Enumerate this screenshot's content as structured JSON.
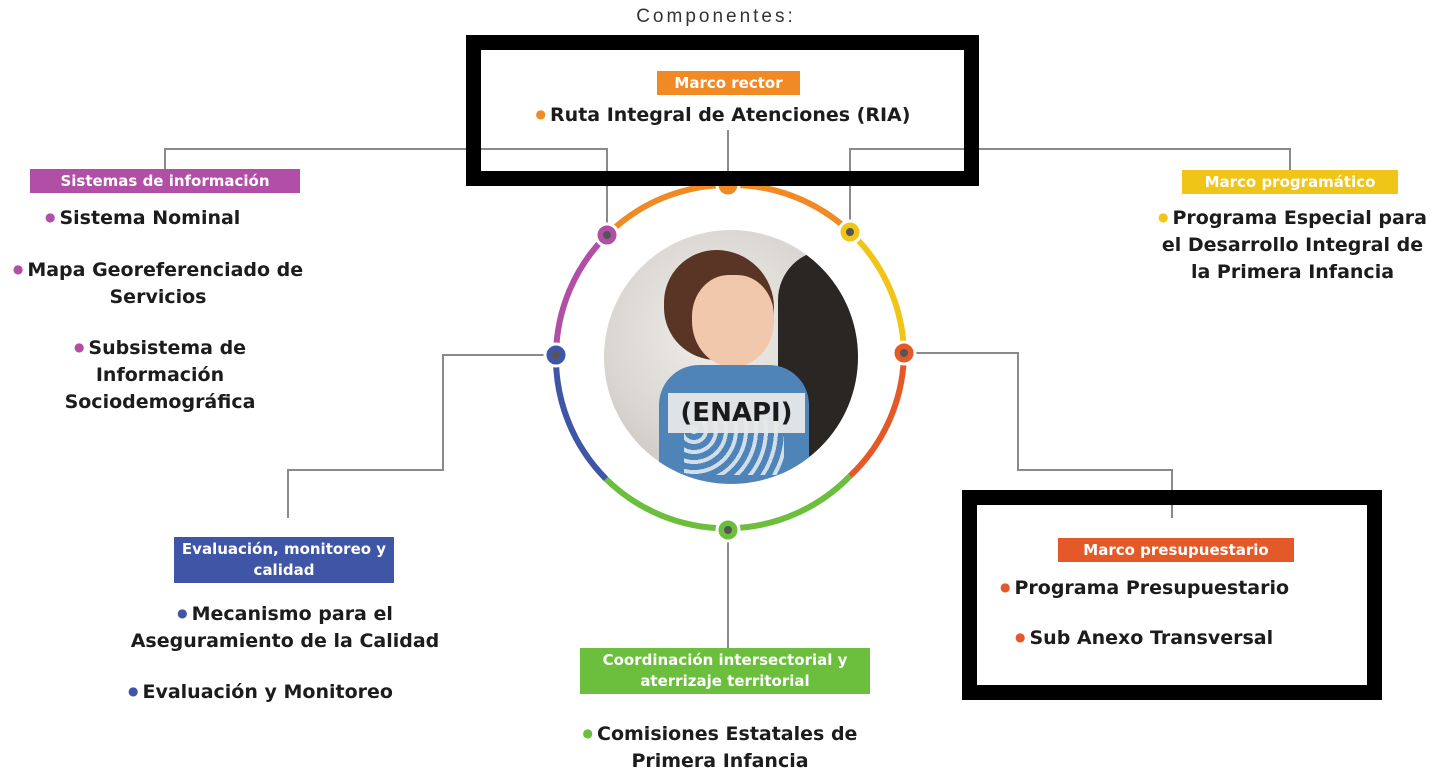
{
  "title": "Componentes:",
  "center_label": "(ENAPI)",
  "colors": {
    "orange": "#f08a24",
    "purple": "#b14fa6",
    "yellow": "#efc518",
    "blue": "#3f56a6",
    "red_orange": "#e35a28",
    "green": "#6cbf3d",
    "line_gray": "#8a8a8a"
  },
  "marco_rector": {
    "tag": "Marco rector",
    "items": [
      "Ruta Integral de Atenciones (RIA)"
    ]
  },
  "sistemas_informacion": {
    "tag": "Sistemas de información",
    "items": [
      "Sistema Nominal",
      "Mapa Georeferenciado de Servicios",
      "Subsistema de Información Sociodemográfica"
    ]
  },
  "marco_programatico": {
    "tag": "Marco programático",
    "items": [
      "Programa Especial para el Desarrollo Integral de la Primera Infancia"
    ]
  },
  "evaluacion": {
    "tag": "Evaluación, monitoreo y calidad",
    "items": [
      "Mecanismo para el Aseguramiento de la Calidad",
      "Evaluación y Monitoreo"
    ]
  },
  "coordinacion": {
    "tag": "Coordinación intersectorial y aterrizaje territorial",
    "items": [
      "Comisiones Estatales de Primera Infancia"
    ]
  },
  "marco_presupuestario": {
    "tag": "Marco presupuestario",
    "items": [
      "Programa Presupuestario",
      "Sub Anexo Transversal"
    ]
  }
}
